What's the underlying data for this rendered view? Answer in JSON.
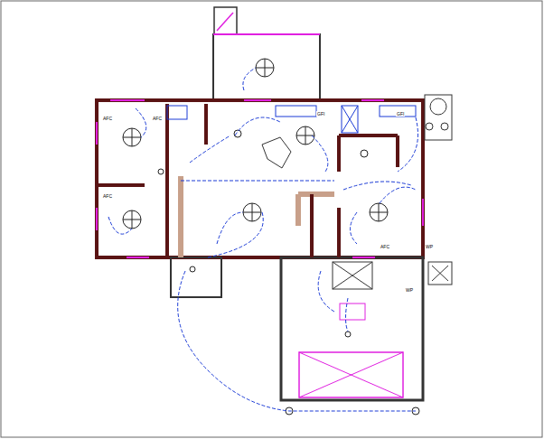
{
  "diagram": {
    "labels": [
      "AFC",
      "AFC",
      "AFC",
      "AFC",
      "GFI",
      "GFI",
      "WP",
      "WP"
    ]
  }
}
